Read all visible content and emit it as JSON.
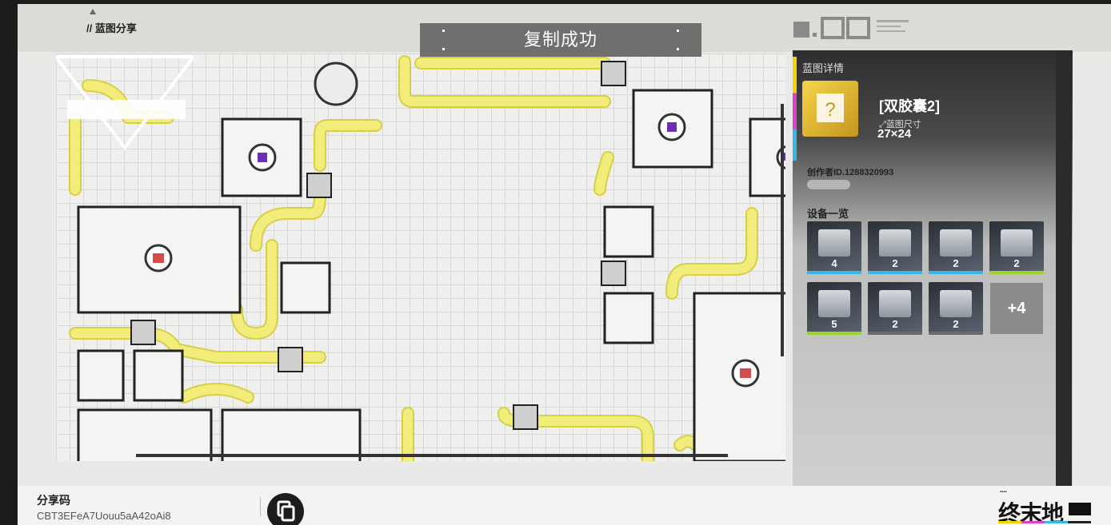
{
  "header": {
    "breadcrumb": "// 蓝图分享",
    "toast": "复制成功"
  },
  "panel": {
    "title": "蓝图详情",
    "blueprint_name": "[双胶囊2]",
    "size_label": "蓝图尺寸",
    "size_value": "27×24",
    "creator": "创作者ID.1288320993",
    "devices_title": "设备一览",
    "devices": [
      {
        "count": "4",
        "accent": "#35b7e8"
      },
      {
        "count": "2",
        "accent": "#35b7e8"
      },
      {
        "count": "2",
        "accent": "#35b7e8"
      },
      {
        "count": "2",
        "accent": "#9bd22b"
      },
      {
        "count": "5",
        "accent": "#9bd22b"
      },
      {
        "count": "2",
        "accent": "#6a6a6a"
      },
      {
        "count": "2",
        "accent": "#6a6a6a"
      }
    ],
    "more": "+4"
  },
  "footer": {
    "share_label": "分享码",
    "share_code": "CBT3EFeA7Uouu5aA42oAi8",
    "brand": "终末地"
  },
  "colors": {
    "conveyor": "#f2ec7a",
    "conveyor_border": "#d7cf4a"
  }
}
